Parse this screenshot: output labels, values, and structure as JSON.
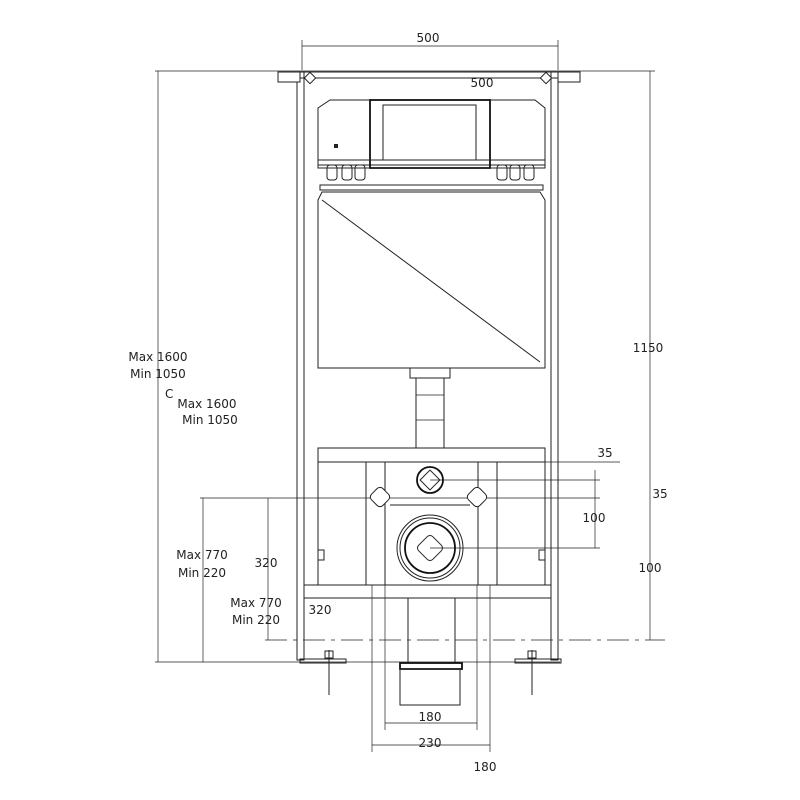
{
  "drawing": {
    "title": "Wall-hung WC frame dimension drawing",
    "colors": {
      "line": "#222222",
      "background": "#ffffff"
    },
    "labels": {
      "width_top": "500",
      "width_inner": "500",
      "height_max_a": "Max 1600",
      "height_min_a": "Min 1050",
      "marker_c": "C",
      "height_max_b": "Max 1600",
      "height_min_b": "Min 1050",
      "height_1150": "1150",
      "dim_35_a": "35",
      "dim_35_b": "35",
      "dim_100_a": "100",
      "dim_100_b": "100",
      "inlet_max_a": "Max 770",
      "inlet_min_a": "Min 220",
      "dim_320_a": "320",
      "inlet_max_b": "Max 770",
      "inlet_min_b": "Min 220",
      "dim_320_b": "320",
      "dim_180_a": "180",
      "dim_230": "230",
      "dim_180_b": "180"
    }
  }
}
